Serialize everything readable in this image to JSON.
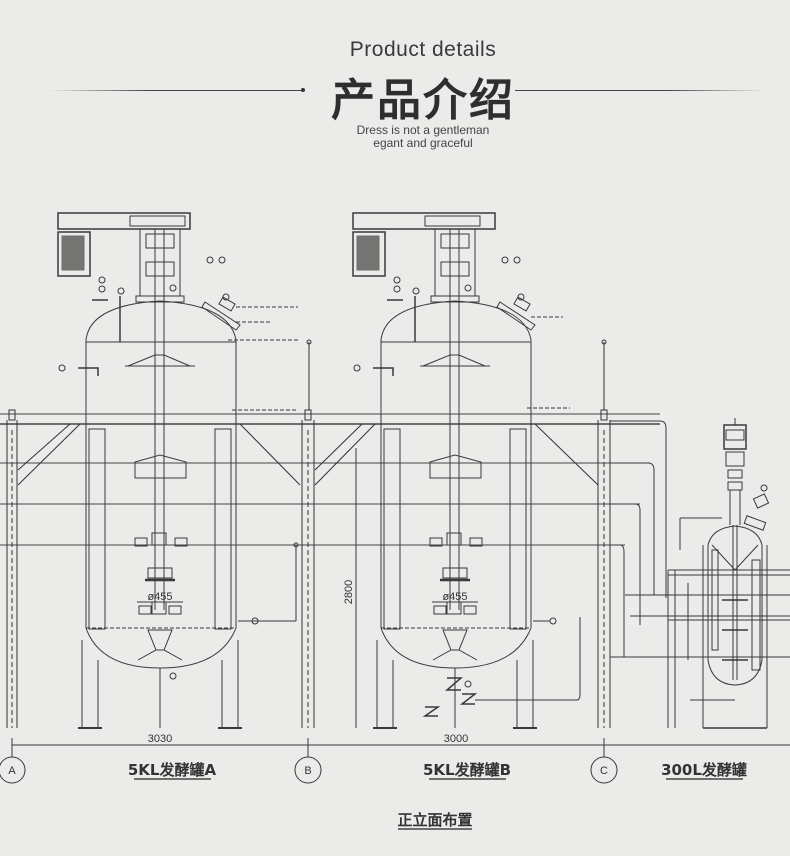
{
  "header": {
    "en_title": "Product details",
    "cn_title": "产品介绍",
    "subtitle_line1": "Dress is not a gentleman",
    "subtitle_line2": "egant and graceful"
  },
  "drawing": {
    "title": "正立面布置",
    "tanks": [
      {
        "label": "5KL发酵罐A"
      },
      {
        "label": "5KL发酵罐B"
      },
      {
        "label": "300L发酵罐"
      }
    ],
    "grid_axes": [
      "A",
      "B",
      "C"
    ],
    "dimensions": {
      "span_ab": "3030",
      "span_bc": "3000",
      "height": "2800",
      "impeller_dia_a": "ø455",
      "impeller_dia_b": "ø455"
    }
  }
}
